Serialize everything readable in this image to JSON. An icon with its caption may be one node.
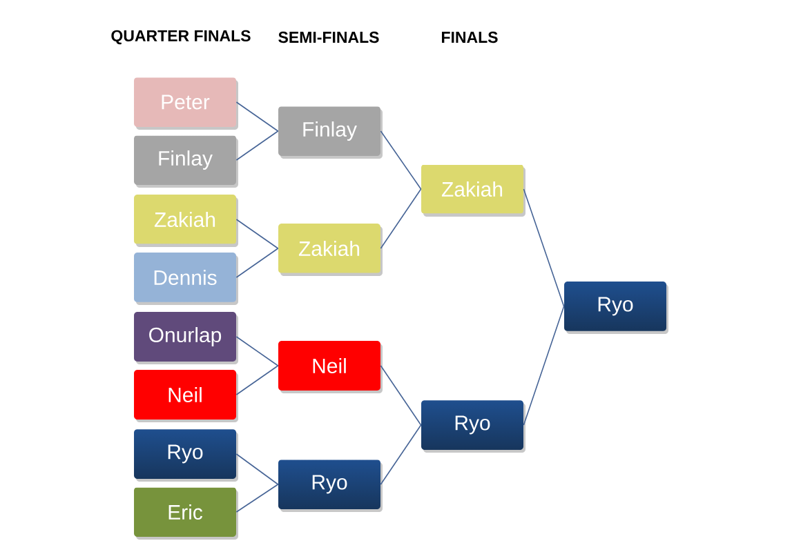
{
  "diagram": {
    "nodes": [
      {
        "text": [
          "Peter"
        ]
      },
      {
        "text": [
          "Finlay"
        ]
      },
      {
        "text": [
          "Zakiah"
        ]
      },
      {
        "text": [
          "Dennis"
        ]
      },
      {
        "text": [
          "Onurlap"
        ]
      },
      {
        "text": [
          "Neil"
        ]
      },
      {
        "text": [
          "Ryo"
        ]
      },
      {
        "text": [
          "Eric"
        ]
      },
      {
        "text": [
          "Finlay"
        ]
      },
      {
        "text": [
          "Zakiah"
        ]
      },
      {
        "text": [
          "Neil"
        ]
      },
      {
        "text": [
          "Ryo"
        ]
      },
      {
        "text": [
          "Zakiah"
        ]
      },
      {
        "text": [
          "Ryo"
        ]
      },
      {
        "text": [
          "Ryo"
        ]
      }
    ],
    "edges": [
      {
        "from": 0,
        "to": 8,
        "arrow": "none"
      },
      {
        "from": 1,
        "to": 8,
        "arrow": "none"
      },
      {
        "from": 2,
        "to": 9,
        "arrow": "none"
      },
      {
        "from": 3,
        "to": 9,
        "arrow": "none"
      },
      {
        "from": 4,
        "to": 10,
        "arrow": "none"
      },
      {
        "from": 5,
        "to": 10,
        "arrow": "none"
      },
      {
        "from": 6,
        "to": 11,
        "arrow": "none"
      },
      {
        "from": 7,
        "to": 11,
        "arrow": "none"
      },
      {
        "from": 8,
        "to": 12,
        "arrow": "none"
      },
      {
        "from": 9,
        "to": 12,
        "arrow": "none"
      },
      {
        "from": 10,
        "to": 13,
        "arrow": "none"
      },
      {
        "from": 11,
        "to": 13,
        "arrow": "none"
      },
      {
        "from": 12,
        "to": 14,
        "arrow": "none"
      },
      {
        "from": 13,
        "to": 14,
        "arrow": "none"
      }
    ],
    "labels": [
      "QUARTER FINALS",
      "SEMI-FINALS",
      "FINALS"
    ]
  }
}
